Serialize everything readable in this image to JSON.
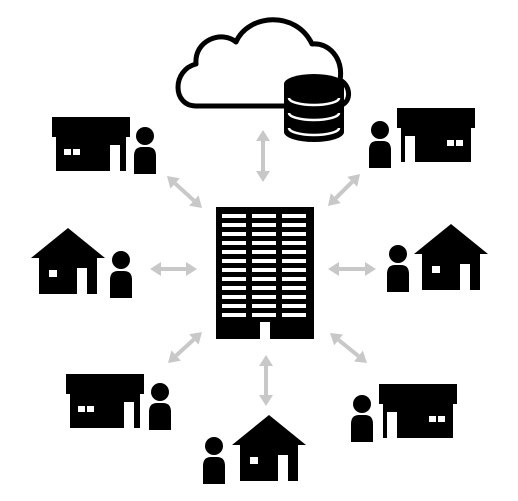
{
  "diagram": {
    "center": {
      "icon": "office-building-icon"
    },
    "storage": {
      "icons": [
        "cloud-icon",
        "database-icon"
      ]
    },
    "houses": [
      {
        "icon": "house-icon",
        "person_icon": "person-icon",
        "style": "flat-roof"
      },
      {
        "icon": "house-icon",
        "person_icon": "person-icon",
        "style": "flat-roof"
      },
      {
        "icon": "house-icon",
        "person_icon": "person-icon",
        "style": "gable-roof"
      },
      {
        "icon": "house-icon",
        "person_icon": "person-icon",
        "style": "gable-roof"
      },
      {
        "icon": "house-icon",
        "person_icon": "person-icon",
        "style": "flat-roof"
      },
      {
        "icon": "house-icon",
        "person_icon": "person-icon",
        "style": "flat-roof"
      },
      {
        "icon": "house-icon",
        "person_icon": "person-icon",
        "style": "gable-roof"
      }
    ],
    "connector": {
      "icon": "bidirectional-arrow-icon",
      "color": "#c8c8c8"
    },
    "colors": {
      "ink": "#000000",
      "background": "#ffffff",
      "arrow": "#c8c8c8"
    }
  }
}
